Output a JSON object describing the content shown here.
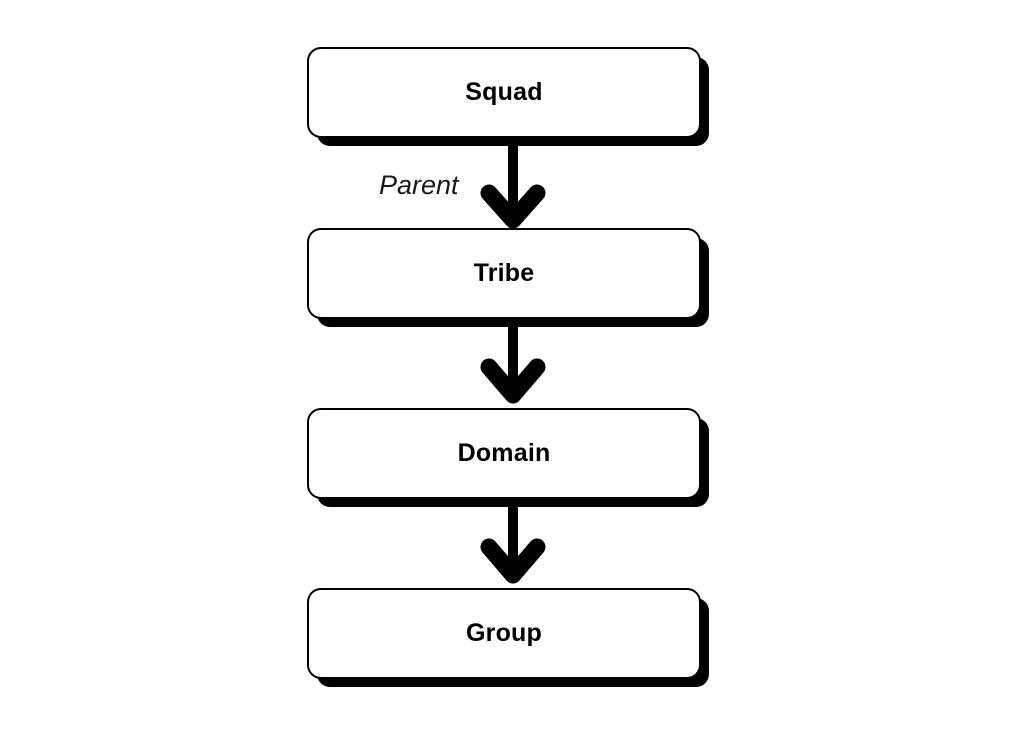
{
  "diagram": {
    "type": "flowchart",
    "orientation": "vertical-top-down",
    "background_color": "#ffffff",
    "node_fill_color": "#ffffff",
    "node_border_color": "#000000",
    "shadow_color": "#000000",
    "arrow_color": "#000000",
    "nodes": [
      {
        "id": "squad",
        "label": "Squad"
      },
      {
        "id": "tribe",
        "label": "Tribe"
      },
      {
        "id": "domain",
        "label": "Domain"
      },
      {
        "id": "group",
        "label": "Group"
      }
    ],
    "edges": [
      {
        "from": "squad",
        "to": "tribe",
        "label": "Parent"
      },
      {
        "from": "tribe",
        "to": "domain",
        "label": ""
      },
      {
        "from": "domain",
        "to": "group",
        "label": ""
      }
    ]
  }
}
